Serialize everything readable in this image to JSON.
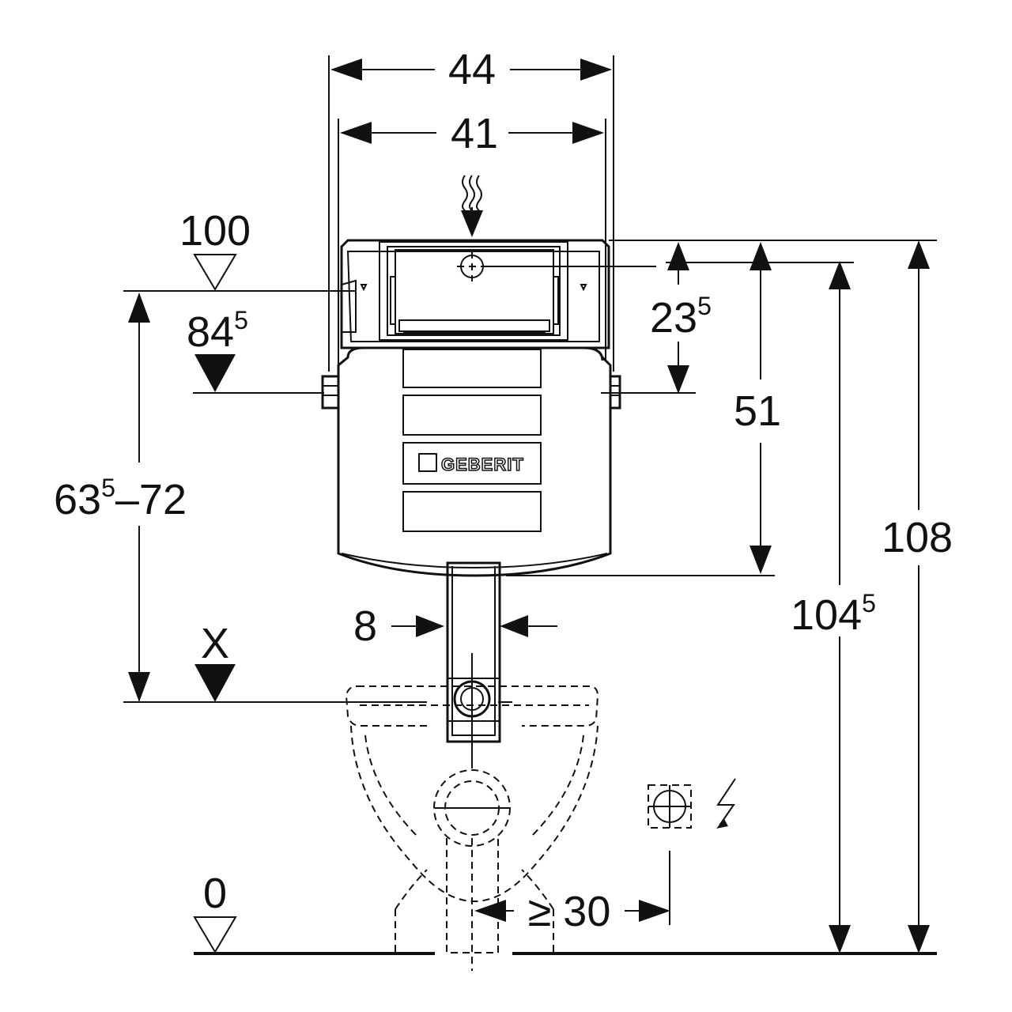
{
  "diagram": {
    "dimensions": {
      "width_outer": "44",
      "width_inner": "41",
      "depth_top": "23",
      "depth_top_sup": "5",
      "height_frame": "51",
      "height_total": "108",
      "height_total_alt": "104",
      "height_total_alt_sup": "5",
      "flush_range_a": "63",
      "flush_range_a_sup": "5",
      "flush_range_b": "–72",
      "pipe_width": "8",
      "side_clearance": "≥ 30"
    },
    "levels": {
      "level_100": "100",
      "level_84": "84",
      "level_84_sup": "5",
      "level_x": "X",
      "level_0": "0"
    },
    "brand": "GEBERIT",
    "icons": [
      "heat-wave-icon",
      "electric-connection-icon",
      "level-marker-icon"
    ],
    "colors": {
      "line": "#111111",
      "cistern": "#ffffff"
    }
  }
}
